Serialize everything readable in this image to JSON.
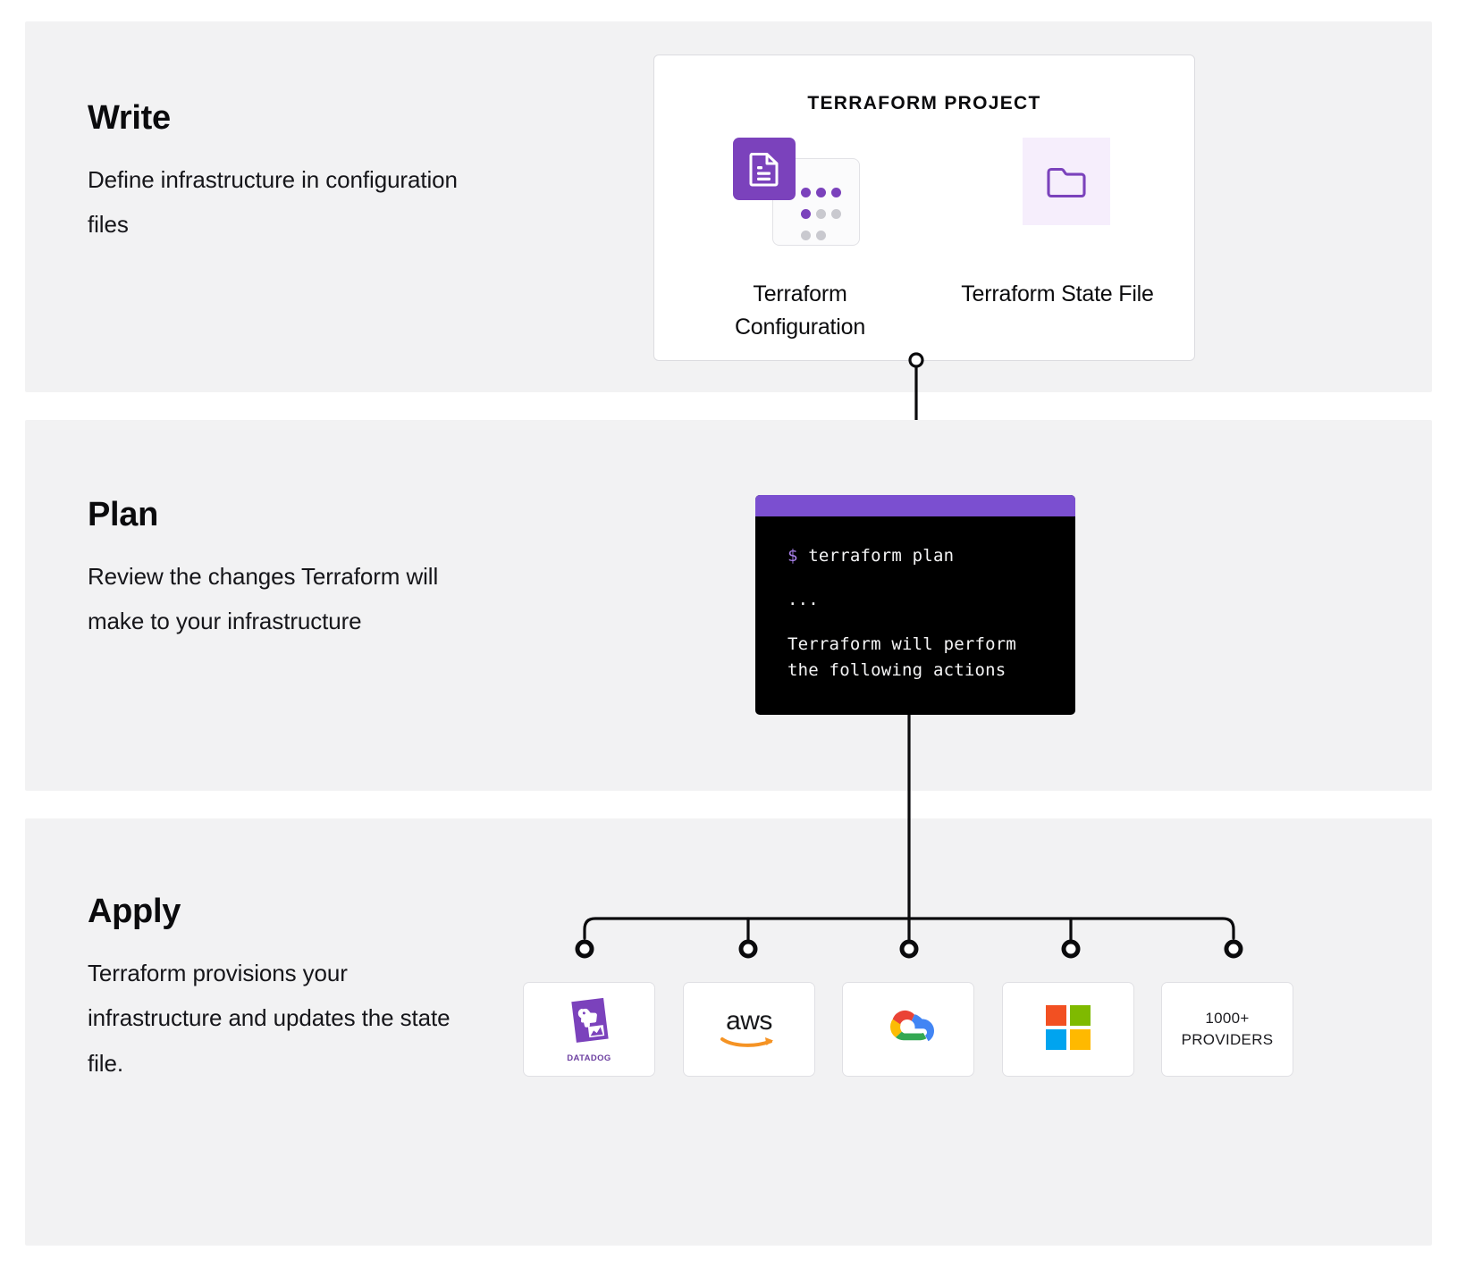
{
  "steps": [
    {
      "title": "Write",
      "description": "Define infrastructure in configuration files"
    },
    {
      "title": "Plan",
      "description": "Review the changes Terraform will make to your infrastructure"
    },
    {
      "title": "Apply",
      "description": "Terraform provisions your infrastructure and updates the state file."
    }
  ],
  "project": {
    "title": "TERRAFORM PROJECT",
    "assets": [
      {
        "label": "Terraform Configuration",
        "icon": "document-icon"
      },
      {
        "label": "Terraform State File",
        "icon": "folder-icon"
      }
    ]
  },
  "terminal": {
    "prompt": "$",
    "command": "terraform plan",
    "ellipsis": "...",
    "output_line_1": "Terraform will perform",
    "output_line_2": "the following actions"
  },
  "providers": [
    {
      "name": "Datadog",
      "wordmark": "DATADOG",
      "icon": "datadog-logo"
    },
    {
      "name": "AWS",
      "wordmark": "aws",
      "icon": "aws-logo"
    },
    {
      "name": "Google Cloud",
      "wordmark": "",
      "icon": "google-cloud-logo"
    },
    {
      "name": "Microsoft Azure",
      "wordmark": "",
      "icon": "microsoft-logo"
    },
    {
      "name": "More providers",
      "line1": "1000+",
      "line2": "PROVIDERS",
      "icon": "providers-count"
    }
  ],
  "colors": {
    "band_background": "#f2f2f3",
    "terraform_purple": "#7b42bc",
    "terminal_header": "#7b4fd0",
    "terminal_background": "#000000",
    "state_tile_background": "#f6eefc",
    "connector": "#0b0b0d"
  }
}
